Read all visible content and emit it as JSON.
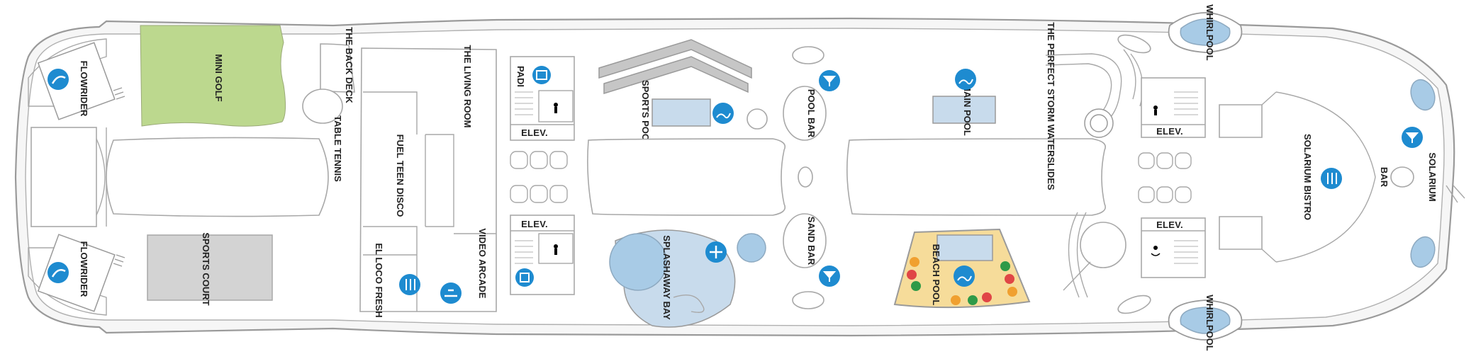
{
  "deck_map": {
    "labels": {
      "flowrider_top": "FLOWRIDER",
      "flowrider_bottom": "FLOWRIDER",
      "mini_golf": "MINI GOLF",
      "sports_court": "SPORTS COURT",
      "back_deck": "THE BACK DECK",
      "table_tennis": "TABLE TENNIS",
      "living_room": "THE LIVING ROOM",
      "fuel": "FUEL TEEN DISCO",
      "el_loco": "EL LOCO FRESH",
      "video_arcade": "VIDEO ARCADE",
      "padi": "PADI",
      "elev_1": "ELEV.",
      "elev_2": "ELEV.",
      "elev_3": "ELEV.",
      "elev_4": "ELEV.",
      "sports_pool": "SPORTS POOL",
      "splashaway": "SPLASHAWAY BAY",
      "pool_bar": "POOL BAR",
      "sand_bar": "SAND BAR",
      "main_pool": "MAIN POOL",
      "beach_pool": "BEACH POOL",
      "waterslides": "THE PERFECT STORM WATERSLIDES",
      "whirlpool_top": "WHIRLPOOL",
      "whirlpool_bottom": "WHIRLPOOL",
      "solarium_bistro": "SOLARIUM BISTRO",
      "bar": "BAR",
      "solarium": "SOLARIUM"
    },
    "icons": [
      "surf-icon",
      "surf-icon",
      "padi-icon",
      "swim-icon",
      "cocktail-icon",
      "cocktail-icon",
      "swim-icon",
      "swim-icon",
      "kids-icon",
      "dining-icon",
      "arcade-icon",
      "restroom-icon",
      "accessible-icon",
      "cocktail-icon",
      "dining-icon",
      "elevator-icon"
    ],
    "colors": {
      "hull": "#9a9a9a",
      "icon_blue": "#1e8bd0",
      "mini_golf": "#bcd88e",
      "sports_court": "#d3d3d3",
      "pool_water": "#c8dbec",
      "beach_sand": "#f6dc9a"
    }
  }
}
